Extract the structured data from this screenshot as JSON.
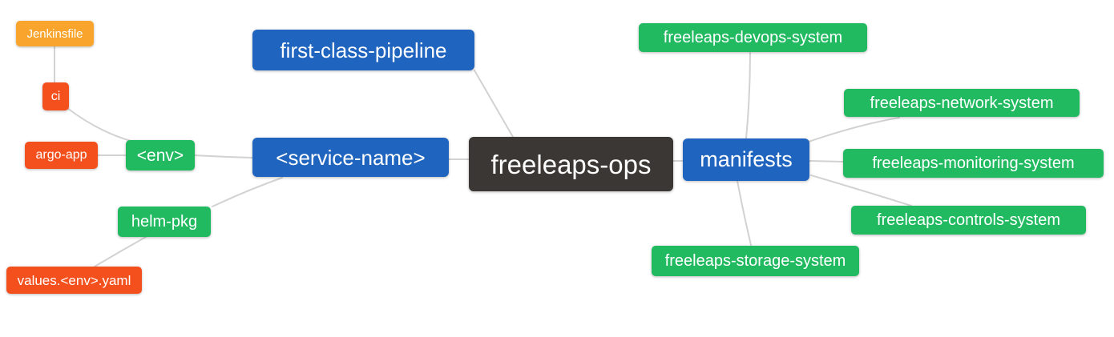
{
  "diagram": {
    "type": "mindmap",
    "root": "freeleaps-ops",
    "palette": {
      "orange": "#F9A42C",
      "red": "#F4501D",
      "green": "#21BA61",
      "blue": "#1F64BE",
      "dark": "#3B3734",
      "edge": "#D2D2D2",
      "background": "#FFFFFF",
      "text": "#FFFFFF"
    },
    "nodes": {
      "jenkinsfile": {
        "label": "Jenkinsfile",
        "color": "#F9A42C"
      },
      "ci": {
        "label": "ci",
        "color": "#F4501D"
      },
      "argo_app": {
        "label": "argo-app",
        "color": "#F4501D"
      },
      "env": {
        "label": "<env>",
        "color": "#21BA61"
      },
      "helm_pkg": {
        "label": "helm-pkg",
        "color": "#21BA61"
      },
      "values_env_yaml": {
        "label": "values.<env>.yaml",
        "color": "#F4501D"
      },
      "first_class_pipeline": {
        "label": "first-class-pipeline",
        "color": "#1F64BE"
      },
      "service_name": {
        "label": "<service-name>",
        "color": "#1F64BE"
      },
      "freeleaps_ops": {
        "label": "freeleaps-ops",
        "color": "#3B3734"
      },
      "manifests": {
        "label": "manifests",
        "color": "#1F64BE"
      },
      "devops_system": {
        "label": "freeleaps-devops-system",
        "color": "#21BA61"
      },
      "network_system": {
        "label": "freeleaps-network-system",
        "color": "#21BA61"
      },
      "monitoring_system": {
        "label": "freeleaps-monitoring-system",
        "color": "#21BA61"
      },
      "controls_system": {
        "label": "freeleaps-controls-system",
        "color": "#21BA61"
      },
      "storage_system": {
        "label": "freeleaps-storage-system",
        "color": "#21BA61"
      }
    },
    "edges": [
      {
        "from": "jenkinsfile",
        "to": "ci"
      },
      {
        "from": "ci",
        "to": "env"
      },
      {
        "from": "argo_app",
        "to": "env"
      },
      {
        "from": "env",
        "to": "service_name"
      },
      {
        "from": "helm_pkg",
        "to": "service_name"
      },
      {
        "from": "helm_pkg",
        "to": "values_env_yaml"
      },
      {
        "from": "service_name",
        "to": "freeleaps_ops"
      },
      {
        "from": "first_class_pipeline",
        "to": "freeleaps_ops"
      },
      {
        "from": "freeleaps_ops",
        "to": "manifests"
      },
      {
        "from": "manifests",
        "to": "devops_system"
      },
      {
        "from": "manifests",
        "to": "network_system"
      },
      {
        "from": "manifests",
        "to": "monitoring_system"
      },
      {
        "from": "manifests",
        "to": "controls_system"
      },
      {
        "from": "manifests",
        "to": "storage_system"
      }
    ]
  }
}
